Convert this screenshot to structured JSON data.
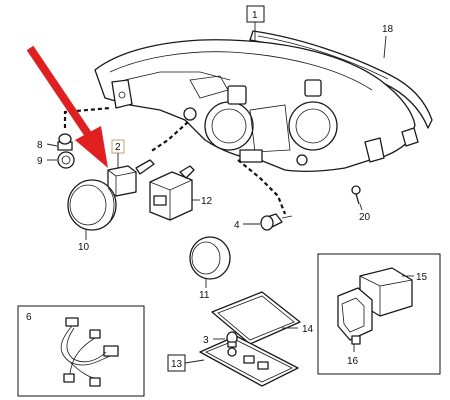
{
  "callouts": {
    "n1": "1",
    "n2": "2",
    "n3": "3",
    "n4": "4",
    "n6": "6",
    "n8": "8",
    "n9": "9",
    "n10": "10",
    "n11": "11",
    "n12": "12",
    "n13": "13",
    "n14": "14",
    "n15": "15",
    "n16": "16",
    "n18": "18",
    "n20": "20"
  },
  "colors": {
    "highlight_arrow": "#e02020",
    "line": "#1a1a1a",
    "part2_box": "#c8a070"
  },
  "icons": {
    "pointer": "red-arrow-icon"
  }
}
